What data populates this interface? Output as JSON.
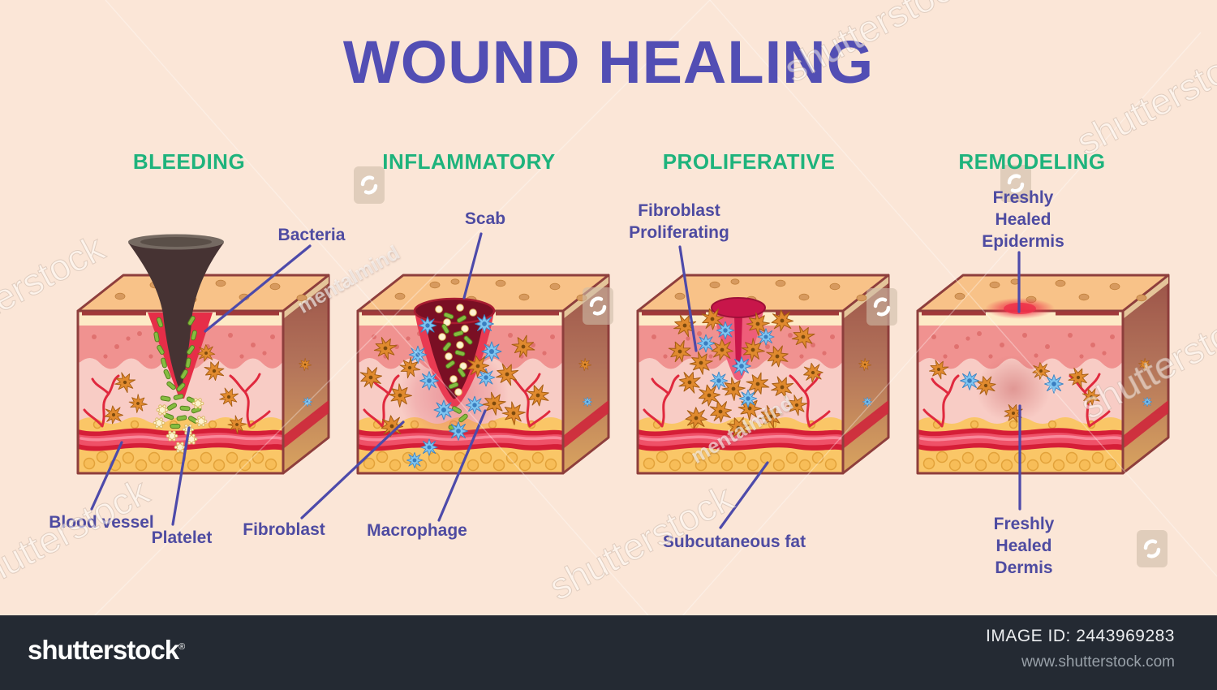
{
  "title": "WOUND HEALING",
  "stages": [
    {
      "name": "BLEEDING"
    },
    {
      "name": "INFLAMMATORY"
    },
    {
      "name": "PROLIFERATIVE"
    },
    {
      "name": "REMODELING"
    }
  ],
  "labels": {
    "bacteria": "Bacteria",
    "scab": "Scab",
    "fibroblast_proliferating": "Fibroblast\nProliferating",
    "freshly_healed_epidermis": "Freshly\nHealed\nEpidermis",
    "blood_vessel": "Blood vessel",
    "platelet": "Platelet",
    "fibroblast": "Fibroblast",
    "macrophage": "Macrophage",
    "subcutaneous_fat": "Subcutaneous fat",
    "freshly_healed_dermis": "Freshly\nHealed\nDermis"
  },
  "watermark": {
    "diagonal": "shutterstock",
    "contributor": "mentalmind"
  },
  "footer": {
    "logo": "shutterstock",
    "reg": "®",
    "image_id": "IMAGE ID: 2443969283",
    "site": "www.shutterstock.com"
  },
  "colors": {
    "background": "#fbe6d7",
    "title": "#524eb4",
    "stage_heading": "#1eb37c",
    "label": "#4e4ba1",
    "pointer_line": "#4d4aaa",
    "footer_bar": "#242a33",
    "wound_red": "#e62e48",
    "scab_maroon": "#7a0f24",
    "bacteria_green": "#85bd40",
    "macrophage_blue": "#7fc5f0",
    "fibroblast_orange": "#e08a2e",
    "fat_yellow": "#fac667",
    "vessel_red": "#d51e37"
  }
}
